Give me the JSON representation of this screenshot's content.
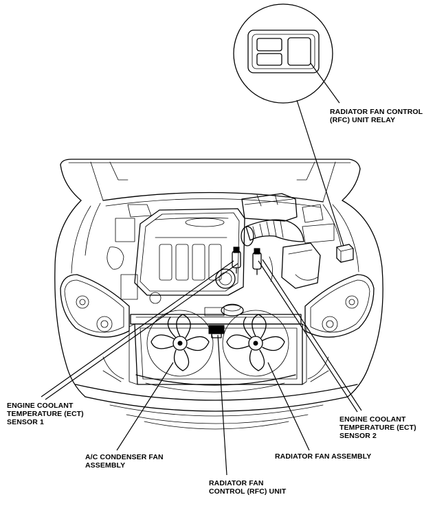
{
  "labels": {
    "rfc_relay": [
      "RADIATOR FAN CONTROL",
      "(RFC) UNIT RELAY"
    ],
    "ect_sensor_1": [
      "ENGINE COOLANT",
      "TEMPERATURE (ECT)",
      "SENSOR 1"
    ],
    "ect_sensor_2": [
      "ENGINE COOLANT",
      "TEMPERATURE (ECT)",
      "SENSOR 2"
    ],
    "ac_condenser_fan": [
      "A/C CONDENSER FAN",
      "ASSEMBLY"
    ],
    "radiator_fan": [
      "RADIATOR FAN ASSEMBLY"
    ],
    "rfc_unit": [
      "RADIATOR FAN",
      "CONTROL (RFC) UNIT"
    ]
  }
}
